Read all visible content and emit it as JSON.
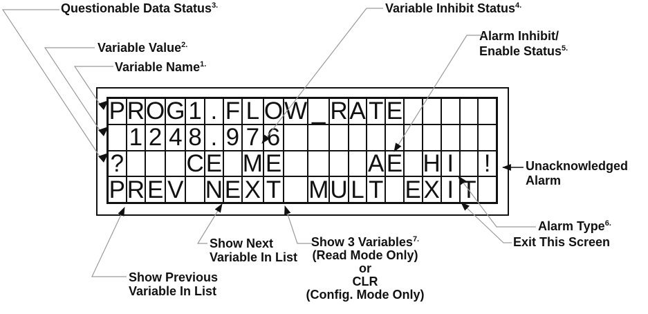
{
  "colors": {
    "ink": "#111111",
    "leader_line": "#9a9a9a",
    "background": "#ffffff"
  },
  "display": {
    "columns": 20,
    "rows": [
      "PROG1.FLOW_RATE     ",
      " 1248.976           ",
      "?   CE ME    AE HI !",
      "PREV NEXT MULT EXIT "
    ]
  },
  "callouts": {
    "questionable": {
      "label": "Questionable Data Status",
      "note": "3."
    },
    "variable_value": {
      "label": "Variable Value",
      "note": "2."
    },
    "variable_name": {
      "label": "Variable Name",
      "note": "1."
    },
    "variable_inhibit": {
      "label": "Variable Inhibit Status",
      "note": "4."
    },
    "alarm_inhibit": {
      "line1": "Alarm Inhibit/",
      "line2": "Enable Status",
      "note": "5."
    },
    "unacknowledged_alarm": {
      "line1": "Unacknowledged",
      "line2": "Alarm"
    },
    "alarm_type": {
      "label": "Alarm Type",
      "note": "6."
    },
    "exit_screen": {
      "label": "Exit This Screen"
    },
    "show_next": {
      "line1": "Show Next",
      "line2": "Variable In List"
    },
    "show_three": {
      "line1": "Show 3 Variables",
      "note": "7.",
      "line2": "(Read Mode Only)",
      "line3": "or",
      "line4": "CLR",
      "line5": "(Config. Mode Only)"
    },
    "show_previous": {
      "line1": "Show Previous",
      "line2": "Variable In List"
    }
  }
}
